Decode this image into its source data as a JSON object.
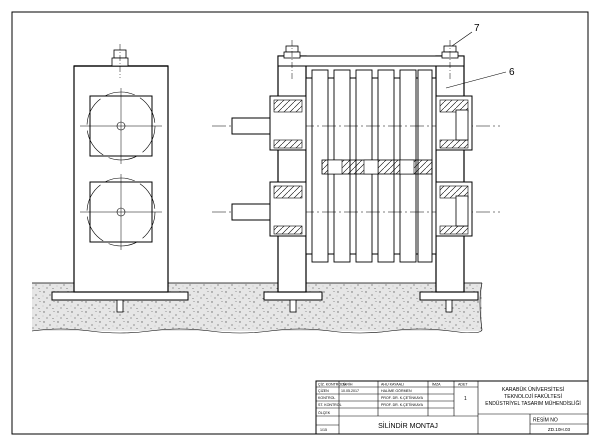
{
  "callouts": {
    "part_7": "7",
    "part_6": "6"
  },
  "title_block": {
    "rows": [
      {
        "role": "ÇİZ. KONTROLÜ",
        "name": "AHU KAYAALI"
      },
      {
        "role": "ÇİZEN",
        "name": "HALİME GÖRMEN"
      },
      {
        "role": "KONTROL",
        "name": "PROF. DR. K.ÇETİNKAYA"
      },
      {
        "role": "ST. KONTROL",
        "name": "PROF. DR. K.ÇETİNKAYA"
      },
      {
        "role": "ÖLÇEK",
        "name": ""
      },
      {
        "role": "1/15",
        "name": ""
      }
    ],
    "col_tarih": "TARİH",
    "col_imza": "İMZA",
    "col_adet": "ADET",
    "date": "10.05.2017",
    "quantity": "1",
    "university_line1": "KARABÜK ÜNİVERSİTESİ",
    "university_line2": "TEKNOLOJİ FAKÜLTESİ",
    "university_line3": "ENDÜSTRİYEL TASARIM MÜHENDİSLİĞİ",
    "drawing_title": "SİLİNDİR MONTAJ",
    "drawing_no_label": "RESİM NO",
    "drawing_no": "ZD.10H.03"
  }
}
